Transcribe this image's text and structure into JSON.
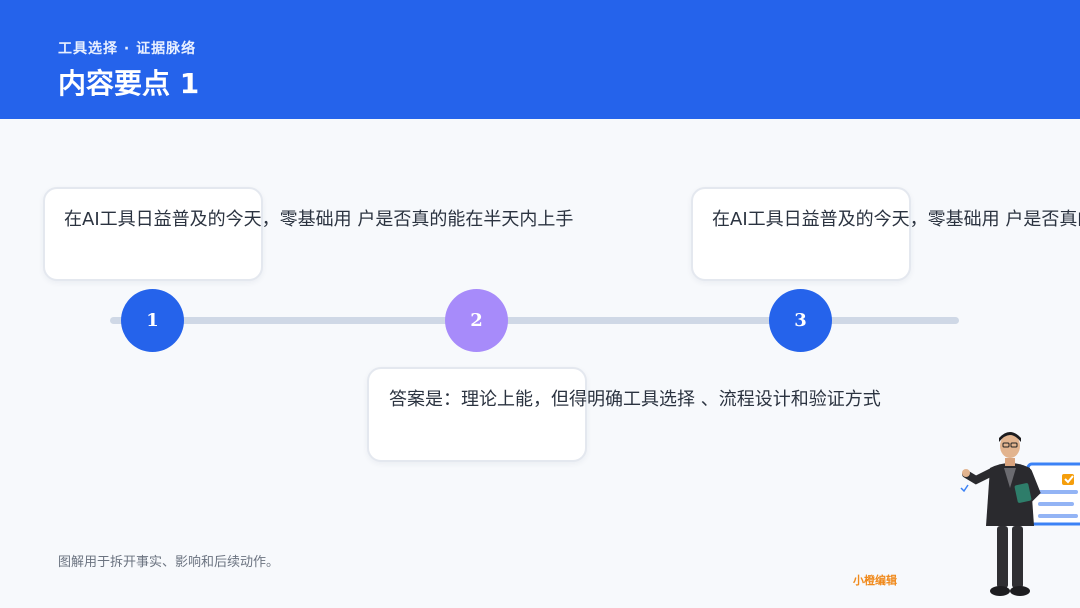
{
  "header": {
    "subtitle": "工具选择 · 证据脉络",
    "title": "内容要点 1",
    "bg_color": "#2563eb"
  },
  "timeline": {
    "nodes": [
      {
        "label": "1",
        "color": "#2563eb"
      },
      {
        "label": "2",
        "color": "#a78bfa"
      },
      {
        "label": "3",
        "color": "#2563eb"
      }
    ],
    "cards": [
      {
        "text": "在AI工具日益普及的今天，零基础用 户是否真的能在半天内上手"
      },
      {
        "text": "答案是：理论上能，但得明确工具选择 、流程设计和验证方式"
      },
      {
        "text": "在AI工具日益普及的今天，零基础用 户是否真的能在半天内上手"
      }
    ]
  },
  "footer": {
    "note": "图解用于拆开事实、影响和后续动作。",
    "brand": "小橙编辑"
  }
}
